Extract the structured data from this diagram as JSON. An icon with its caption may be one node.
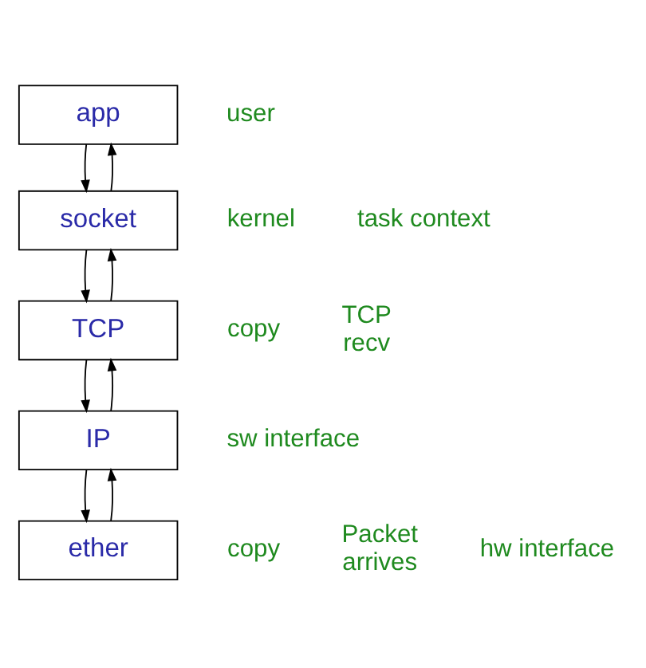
{
  "diagram": {
    "nodes": [
      {
        "text": [
          "app"
        ]
      },
      {
        "text": [
          "socket"
        ]
      },
      {
        "text": [
          "TCP"
        ]
      },
      {
        "text": [
          "IP"
        ]
      },
      {
        "text": [
          "ether"
        ]
      }
    ],
    "edges": [
      {
        "from": 1,
        "to": 0,
        "arrow": "to"
      },
      {
        "from": 0,
        "to": 1,
        "arrow": "to"
      },
      {
        "from": 2,
        "to": 1,
        "arrow": "to"
      },
      {
        "from": 1,
        "to": 2,
        "arrow": "to"
      },
      {
        "from": 3,
        "to": 2,
        "arrow": "to"
      },
      {
        "from": 2,
        "to": 3,
        "arrow": "to"
      },
      {
        "from": 4,
        "to": 3,
        "arrow": "to"
      },
      {
        "from": 3,
        "to": 4,
        "arrow": "to"
      }
    ],
    "labels": [
      "user",
      "kernel",
      "task context",
      "copy",
      "TCP recv",
      "sw interface",
      "copy",
      "Packet arrives",
      "hw interface"
    ]
  }
}
